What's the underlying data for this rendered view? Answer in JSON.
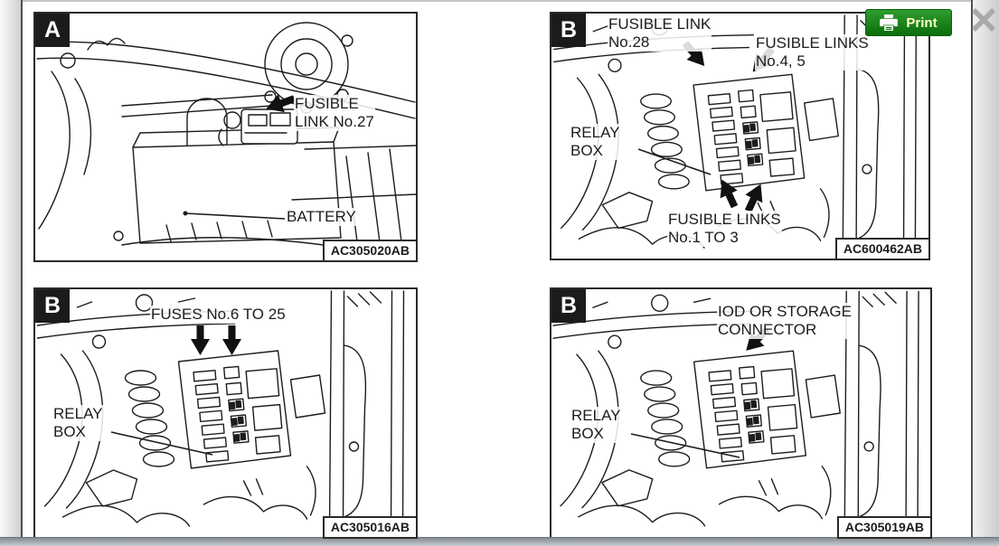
{
  "header": {
    "print_label": "Print"
  },
  "icons": {
    "print": "printer-icon",
    "close": "close-icon"
  },
  "colors": {
    "print_button_green": "#108310",
    "print_button_text": "#ffffcc",
    "close_icon_gray": "#a9a9a9",
    "line_art_black": "#1c1c1c",
    "panel_border": "#2a2a2a",
    "scrollbar_gray": "#9aa2a7"
  },
  "panels": [
    {
      "letter": "A",
      "code": "AC305020AB",
      "labels": {
        "l1": "FUSIBLE\nLINK No.27",
        "l2": "BATTERY"
      }
    },
    {
      "letter": "B",
      "code": "AC600462AB",
      "labels": {
        "l1": "FUSIBLE LINK\nNo.28",
        "l2": "FUSIBLE LINKS\nNo.4, 5",
        "l3": "RELAY\nBOX",
        "l4": "FUSIBLE LINKS\nNo.1 TO 3"
      }
    },
    {
      "letter": "B",
      "code": "AC305016AB",
      "labels": {
        "l1": "FUSES No.6 TO 25",
        "l2": "RELAY\nBOX"
      }
    },
    {
      "letter": "B",
      "code": "AC305019AB",
      "labels": {
        "l1": "IOD OR STORAGE\nCONNECTOR",
        "l2": "RELAY\nBOX"
      }
    }
  ]
}
